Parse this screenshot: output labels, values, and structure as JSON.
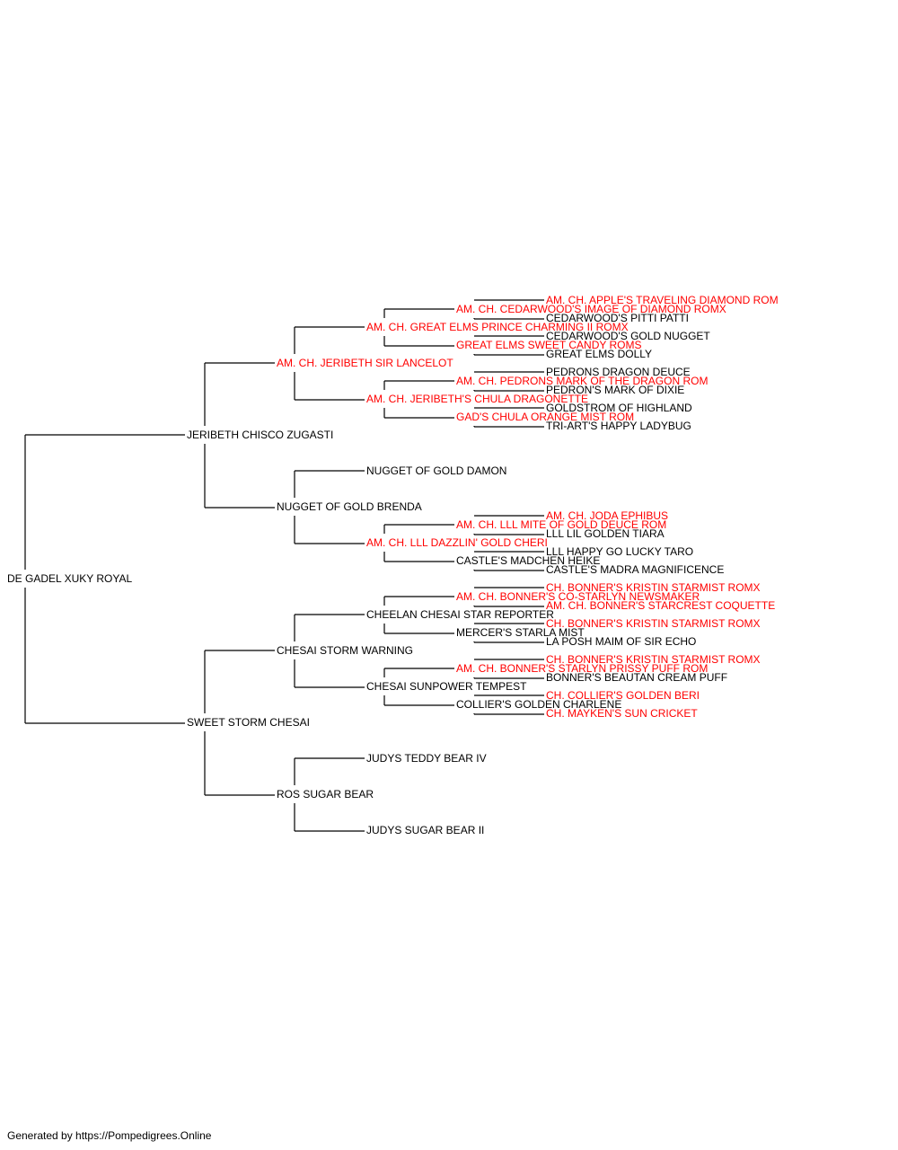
{
  "colors": {
    "champion": "#ff0000",
    "normal": "#000000",
    "line": "#000000"
  },
  "footer": "Generated by https://Pompedigrees.Online",
  "pedigree": {
    "name": "DE GADEL XUKY ROYAL",
    "champion": false,
    "sire": {
      "name": "JERIBETH CHISCO ZUGASTI",
      "champion": false,
      "sire": {
        "name": "AM. CH. JERIBETH SIR LANCELOT",
        "champion": true,
        "sire": {
          "name": "AM. CH. GREAT ELMS PRINCE CHARMING II ROMX",
          "champion": true,
          "sire": {
            "name": "AM. CH. CEDARWOOD'S IMAGE OF DIAMOND ROMX",
            "champion": true,
            "sire": {
              "name": "AM. CH. APPLE'S TRAVELING DIAMOND ROM",
              "champion": true
            },
            "dam": {
              "name": "CEDARWOOD'S PITTI PATTI",
              "champion": false
            }
          },
          "dam": {
            "name": "GREAT ELMS SWEET CANDY ROMS",
            "champion": true,
            "sire": {
              "name": "CEDARWOOD'S GOLD NUGGET",
              "champion": false
            },
            "dam": {
              "name": "GREAT ELMS DOLLY",
              "champion": false
            }
          }
        },
        "dam": {
          "name": "AM. CH. JERIBETH'S CHULA DRAGONETTE",
          "champion": true,
          "sire": {
            "name": "AM. CH. PEDRONS MARK OF THE DRAGON ROM",
            "champion": true,
            "sire": {
              "name": "PEDRONS DRAGON DEUCE",
              "champion": false
            },
            "dam": {
              "name": "PEDRON'S MARK OF DIXIE",
              "champion": false
            }
          },
          "dam": {
            "name": "GAD'S CHULA ORANGE MIST ROM",
            "champion": true,
            "sire": {
              "name": "GOLDSTROM OF HIGHLAND",
              "champion": false
            },
            "dam": {
              "name": "TRI-ART'S HAPPY LADYBUG",
              "champion": false
            }
          }
        }
      },
      "dam": {
        "name": "NUGGET OF GOLD BRENDA",
        "champion": false,
        "sire": {
          "name": "NUGGET OF GOLD DAMON",
          "champion": false
        },
        "dam": {
          "name": "AM. CH. LLL DAZZLIN' GOLD CHERI",
          "champion": true,
          "sire": {
            "name": "AM. CH. LLL MITE OF GOLD DEUCE ROM",
            "champion": true,
            "sire": {
              "name": "AM. CH. JODA EPHIBUS",
              "champion": true
            },
            "dam": {
              "name": "LLL LIL GOLDEN TIARA",
              "champion": false
            }
          },
          "dam": {
            "name": "CASTLE'S MADCHEN HEIKE",
            "champion": false,
            "sire": {
              "name": "LLL HAPPY GO LUCKY TARO",
              "champion": false
            },
            "dam": {
              "name": "CASTLE'S MADRA MAGNIFICENCE",
              "champion": false
            }
          }
        }
      }
    },
    "dam": {
      "name": "SWEET STORM CHESAI",
      "champion": false,
      "sire": {
        "name": "CHESAI STORM WARNING",
        "champion": false,
        "sire": {
          "name": "CHEELAN CHESAI STAR REPORTER",
          "champion": false,
          "sire": {
            "name": "AM. CH. BONNER'S CO-STARLYN NEWSMAKER",
            "champion": true,
            "sire": {
              "name": "CH. BONNER'S KRISTIN STARMIST ROMX",
              "champion": true
            },
            "dam": {
              "name": "AM. CH. BONNER'S STARCREST COQUETTE",
              "champion": true
            }
          },
          "dam": {
            "name": "MERCER'S STARLA MIST",
            "champion": false,
            "sire": {
              "name": "CH. BONNER'S KRISTIN STARMIST ROMX",
              "champion": true
            },
            "dam": {
              "name": "LA POSH MAIM OF SIR ECHO",
              "champion": false
            }
          }
        },
        "dam": {
          "name": "CHESAI SUNPOWER TEMPEST",
          "champion": false,
          "sire": {
            "name": "AM. CH. BONNER'S STARLYN PRISSY PUFF ROM",
            "champion": true,
            "sire": {
              "name": "CH. BONNER'S KRISTIN STARMIST ROMX",
              "champion": true
            },
            "dam": {
              "name": "BONNER'S BEAUTAN CREAM PUFF",
              "champion": false
            }
          },
          "dam": {
            "name": "COLLIER'S GOLDEN CHARLENE",
            "champion": false,
            "sire": {
              "name": "CH. COLLIER'S GOLDEN BERI",
              "champion": true
            },
            "dam": {
              "name": "CH. MAYKEN'S SUN CRICKET",
              "champion": true
            }
          }
        }
      },
      "dam": {
        "name": "ROS SUGAR BEAR",
        "champion": false,
        "sire": {
          "name": "JUDYS TEDDY BEAR IV",
          "champion": false
        },
        "dam": {
          "name": "JUDYS SUGAR BEAR II",
          "champion": false
        }
      }
    }
  }
}
